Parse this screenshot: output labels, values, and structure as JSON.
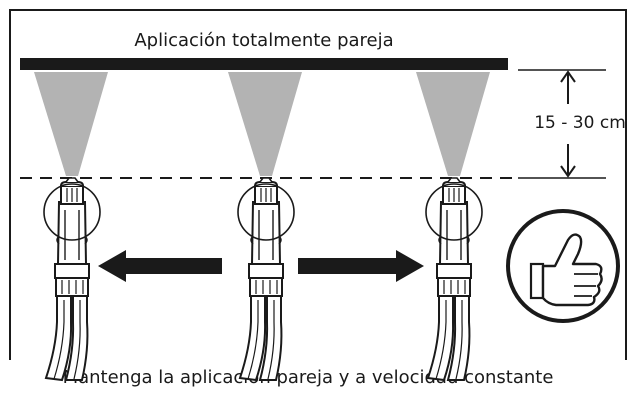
{
  "top_caption": "Aplicación totalmente pareja",
  "distance_label": "15 - 30 cm",
  "bottom_caption": "Mantenga la aplicación pareja y a velocidad constante",
  "colors": {
    "ink": "#1a1a1a",
    "spray": "#b3b3b3",
    "background": "#ffffff"
  },
  "icons": [
    "spray-cone",
    "spray-nozzle",
    "arrow-left",
    "arrow-right",
    "thumbs-up"
  ]
}
